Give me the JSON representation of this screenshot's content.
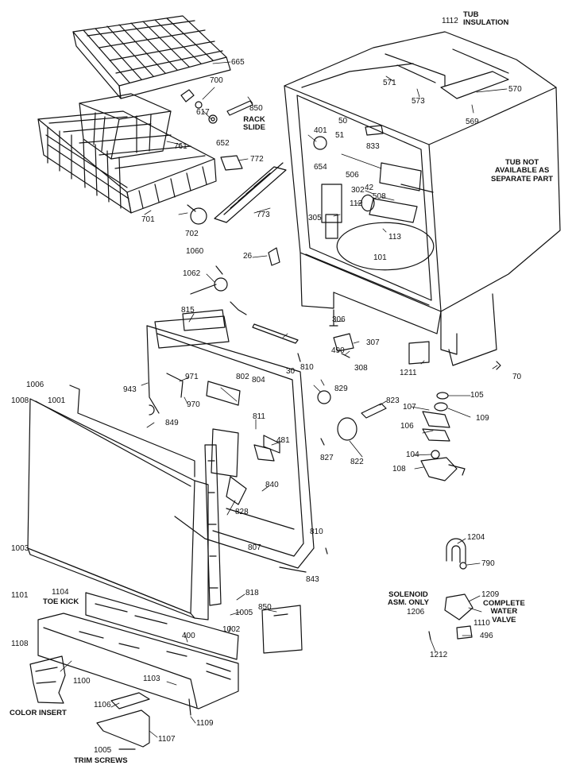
{
  "labels": {
    "l1112": "1112",
    "l665": "665",
    "l700": "700",
    "l617": "617",
    "l850a": "850",
    "l571": "571",
    "l573": "573",
    "l570": "570",
    "l569": "569",
    "l50": "50",
    "l51": "51",
    "l401": "401",
    "l833": "833",
    "l654": "654",
    "l652": "652",
    "l772": "772",
    "l761": "761",
    "l506": "506",
    "l302": "302",
    "l42": "42",
    "l508": "508",
    "l112": "112",
    "l305": "305",
    "l113": "113",
    "l101": "101",
    "l773": "773",
    "l701": "701",
    "l702": "702",
    "l1060": "1060",
    "l26": "26",
    "l1062": "1062",
    "l815": "815",
    "l306": "306",
    "l307": "307",
    "l490": "490",
    "l308": "308",
    "l30": "30",
    "l810a": "810",
    "l70": "70",
    "l1211": "1211",
    "l971": "971",
    "l802": "802",
    "l804": "804",
    "l829": "829",
    "l823": "823",
    "l105": "105",
    "l107": "107",
    "l109": "109",
    "l943": "943",
    "l1006": "1006",
    "l1008": "1008",
    "l1001": "1001",
    "l970": "970",
    "l849": "849",
    "l811": "811",
    "l481": "481",
    "l106": "106",
    "l827": "827",
    "l822": "822",
    "l104": "104",
    "l108": "108",
    "l840": "840",
    "l828": "828",
    "l1003": "1003",
    "l810b": "810",
    "l807": "807",
    "l843": "843",
    "l1204": "1204",
    "l790": "790",
    "l1104": "1104",
    "l1101": "1101",
    "l818": "818",
    "l850b": "850",
    "l1005a": "1005",
    "l1209": "1209",
    "l1002": "1002",
    "l400": "400",
    "l1206": "1206",
    "l1110": "1110",
    "l496": "496",
    "l1108": "1108",
    "l1100": "1100",
    "l1103": "1103",
    "l1212": "1212",
    "l1106": "1106",
    "l1109": "1109",
    "l1107": "1107",
    "l1005b": "1005"
  },
  "captions": {
    "tub_insulation": "TUB\nINSULATION",
    "rack_slide": "RACK\nSLIDE",
    "tub_not_available": "TUB NOT\nAVAILABLE AS\nSEPARATE PART",
    "toe_kick": "TOE KICK",
    "solenoid": "SOLENOID\nASM. ONLY",
    "complete_valve": "COMPLETE\nWATER\nVALVE",
    "color_insert": "COLOR INSERT",
    "trim_screws": "TRIM SCREWS"
  }
}
